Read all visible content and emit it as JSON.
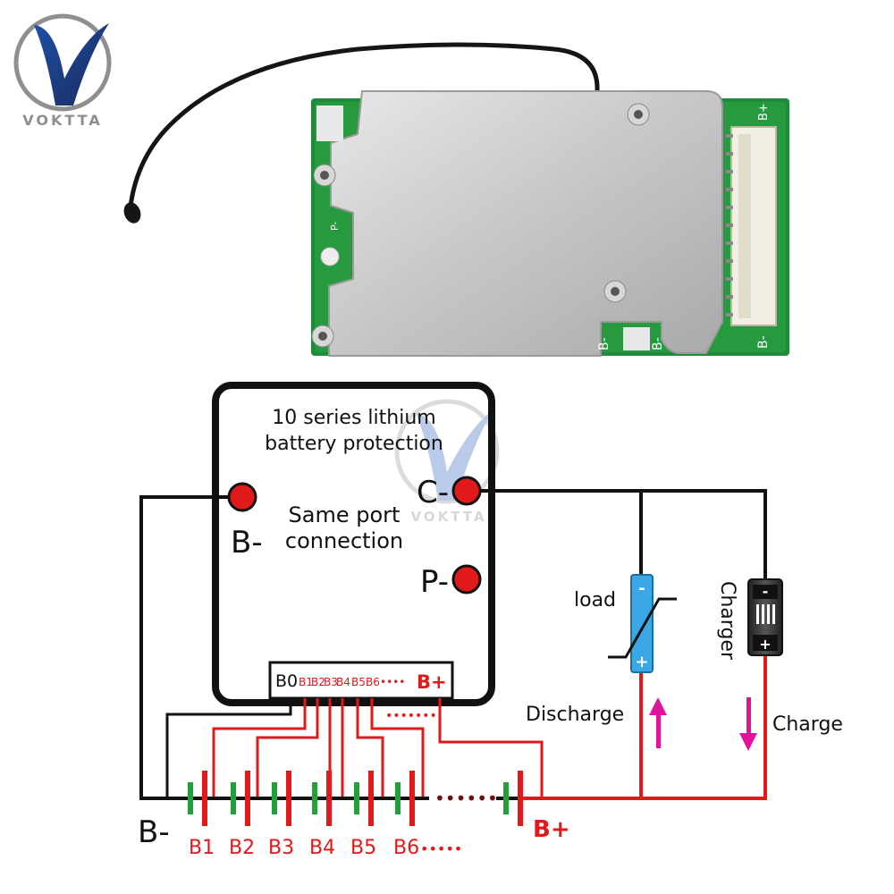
{
  "brand": {
    "name": "VOKTTA",
    "colors": {
      "blue": "#1d4fa8",
      "navy": "#1c2a5c",
      "grey": "#8f8f8f"
    }
  },
  "board": {
    "silkscreen": {
      "b_plus": "B+",
      "b_minus": "B-",
      "p_minus": "P-"
    }
  },
  "diagram": {
    "module_title_line1": "10 series lithium",
    "module_title_line2": "battery protection",
    "same_port_line1": "Same port",
    "same_port_line2": "connection",
    "terminal_b_minus": "B-",
    "terminal_c_minus": "C-",
    "terminal_p_minus": "P-",
    "connector": {
      "b0": "B0",
      "b1_b6": [
        "B1",
        "B2",
        "B3",
        "B4",
        "B5",
        "B6"
      ],
      "dots": "••••",
      "bplus": "B+"
    },
    "load_label": "load",
    "charger_label": "Charger",
    "discharge_label": "Discharge",
    "charge_label": "Charge",
    "plus_sign": "+",
    "minus_sign": "-",
    "pack_b_minus": "B-",
    "pack_b_plus": "B+",
    "cells": [
      "B1",
      "B2",
      "B3",
      "B4",
      "B5",
      "B6"
    ],
    "cells_dots": "•••••",
    "chain_dots": "••••••",
    "connector_dots": "•••••••",
    "colors": {
      "wire_black": "#111111",
      "wire_red": "#e01a1a",
      "terminal_red": "#e01a1a",
      "cell_green": "#22a03a",
      "arrow_magenta": "#e0149a",
      "load_blue": "#3aa7e6"
    }
  }
}
